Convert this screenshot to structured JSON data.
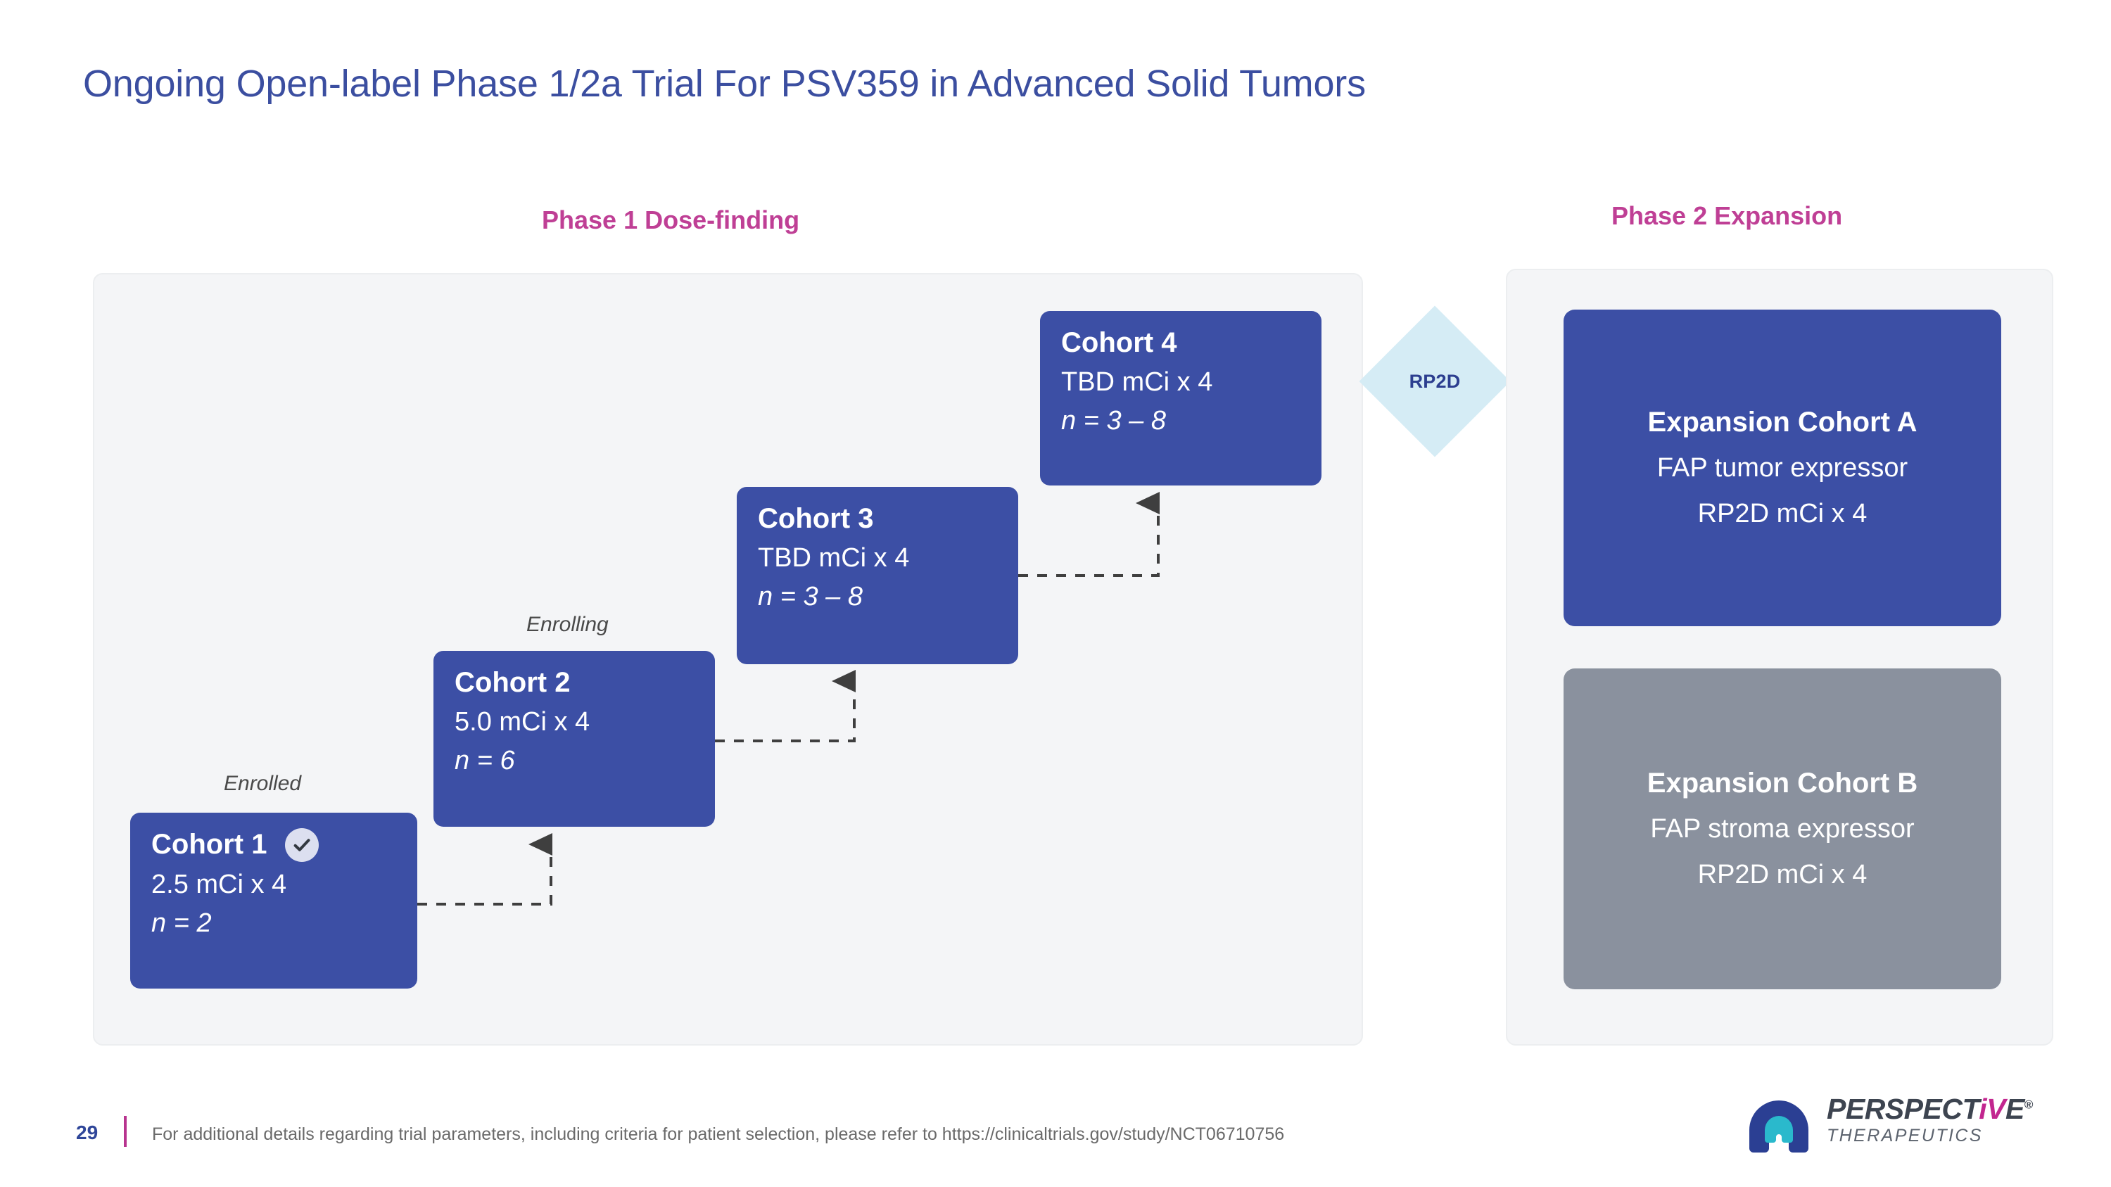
{
  "slide": {
    "title": "Ongoing Open-label Phase 1/2a Trial For PSV359 in Advanced Solid Tumors"
  },
  "phase1": {
    "header": "Phase 1 Dose-finding",
    "status_labels": {
      "cohort1": "Enrolled",
      "cohort2": "Enrolling"
    },
    "cohorts": [
      {
        "title": "Cohort 1",
        "dose": "2.5 mCi x 4",
        "n": "n = 2",
        "status": "Enrolled",
        "completed": true
      },
      {
        "title": "Cohort 2",
        "dose": "5.0 mCi x 4",
        "n": "n = 6",
        "status": "Enrolling",
        "completed": false
      },
      {
        "title": "Cohort 3",
        "dose": "TBD mCi x 4",
        "n": "n = 3 – 8",
        "status": "",
        "completed": false
      },
      {
        "title": "Cohort 4",
        "dose": "TBD mCi x 4",
        "n": "n = 3 – 8",
        "status": "",
        "completed": false
      }
    ]
  },
  "gate": {
    "label": "RP2D"
  },
  "phase2": {
    "header": "Phase 2 Expansion",
    "cohorts": [
      {
        "title": "Expansion Cohort A",
        "line1": "FAP tumor expressor",
        "line2": "RP2D mCi x 4",
        "color": "#3c4fa5"
      },
      {
        "title": "Expansion Cohort B",
        "line1": "FAP stroma expressor",
        "line2": "RP2D mCi x 4",
        "color": "#8a919e"
      }
    ]
  },
  "footer": {
    "page_number": "29",
    "note": "For additional details regarding trial parameters, including criteria for patient selection, please refer to https://clinicaltrials.gov/study/NCT06710756"
  },
  "logo": {
    "name_part1": "PERSPECT",
    "name_accent": "iV",
    "name_part2": "E",
    "registered": "®",
    "subtitle": "THERAPEUTICS"
  },
  "colors": {
    "title_blue": "#3b4ea0",
    "header_magenta": "#bf3f95",
    "box_blue": "#3c4fa5",
    "box_gray": "#8a919e",
    "panel_bg": "#f4f5f7",
    "diamond": "#d5ecf5",
    "connector": "#3f3f3f"
  }
}
